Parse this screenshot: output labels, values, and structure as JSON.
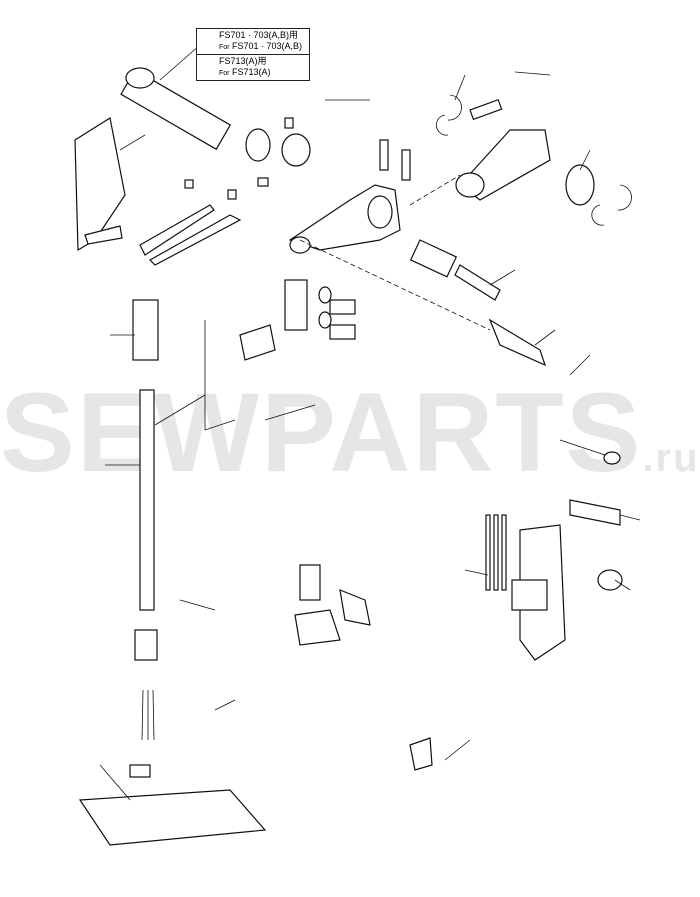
{
  "watermark": {
    "main": "SEWPARTS",
    "suffix": ".ru"
  },
  "model_label": {
    "row1_line1": "FS701 · 703(A,B)用",
    "row1_prefix": "For",
    "row1_line2": "FS701 · 703(A,B)",
    "row2_line1": "FS713(A)用",
    "row2_prefix": "For",
    "row2_line2": "FS713(A)"
  }
}
